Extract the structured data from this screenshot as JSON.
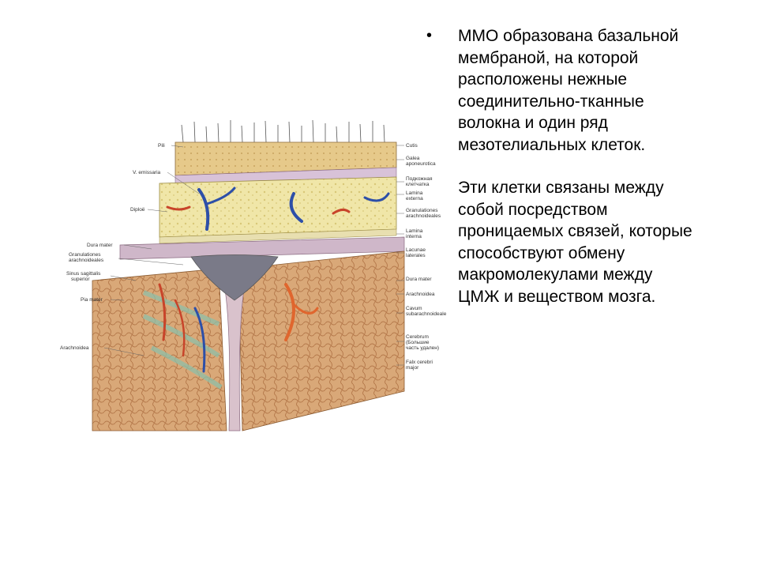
{
  "bullets": [
    {
      "marker": "•",
      "lines": [
        "ММО образована базальной",
        "мембраной, на которой",
        "расположены нежные",
        "соединительно-тканные",
        "волокна и один ряд",
        "мезотелиальных клеток."
      ]
    },
    {
      "marker": "",
      "lines": [
        "Эти клетки связаны между",
        "собой посредством",
        "проницаемых связей, которые",
        "способствуют обмену",
        "макромолекулами между",
        "ЦМЖ и веществом мозга."
      ]
    }
  ],
  "figure": {
    "labels_left": {
      "pili": "Pili",
      "v_emissaria": "V. emissaria",
      "diploe": "Diploë",
      "dura_mater": "Dura mater",
      "granulationes": "Granulationes",
      "arachnoideales": "arachnoideales",
      "sinus_sagittalis": "Sinus sagittalis",
      "superior": "superior",
      "pia_mater": "Pia mater",
      "arachnoidea": "Arachnoidea"
    },
    "labels_right": {
      "cutis": "Cutis",
      "galea": "Galea",
      "aponeurotica": "aponeurotica",
      "podkozhnaya": "Подкожная",
      "klетchatka": "клетчатка",
      "lamina": "Lamina",
      "externa": "externa",
      "granulationes": "Granulationes",
      "arachnoideales": "arachnoideales",
      "lamina_interna_1": "Lamina",
      "lamina_interna_2": "interna",
      "lacunae": "Lacunae",
      "laterales": "laterales",
      "dura_mater": "Dura mater",
      "arachnoidea": "Arachnoidea",
      "cavum": "Cavum",
      "subarachnoideale": "subarachnoideale",
      "cerebrum": "Cerebrum",
      "cerebrum_2": "(Большие",
      "cerebrum_3": "часть удален)",
      "falx_1": "Falx cerebri",
      "falx_2": "major"
    }
  }
}
